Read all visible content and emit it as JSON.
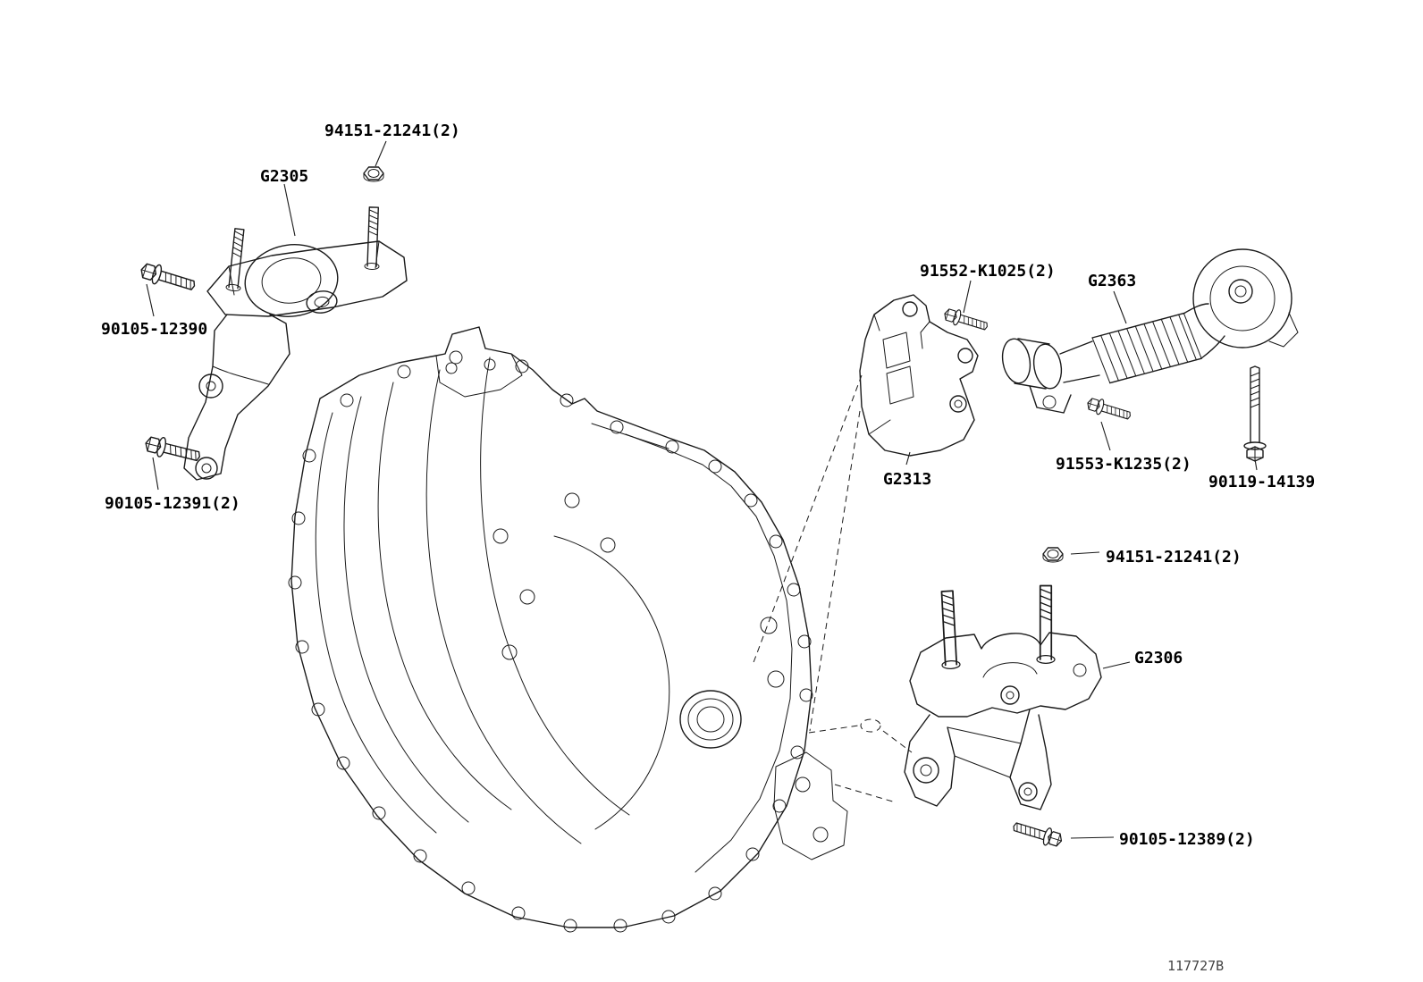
{
  "colors": {
    "line": "#1a1a1a",
    "background": "#ffffff",
    "text": "#000000"
  },
  "diagram_type": "engine-mounting-parts-diagram",
  "labels": {
    "nut_top": "94151-21241(2)",
    "g2305": "G2305",
    "bolt_90105_12390": "90105-12390",
    "bolt_90105_12391": "90105-12391(2)",
    "bolt_91552_k1025": "91552-K1025(2)",
    "g2363": "G2363",
    "g2313": "G2313",
    "bolt_91553_k1235": "91553-K1235(2)",
    "bolt_90119_14139": "90119-14139",
    "nut_right": "94151-21241(2)",
    "g2306": "G2306",
    "bolt_90105_12389": "90105-12389(2)",
    "diagram_code": "117727B"
  }
}
